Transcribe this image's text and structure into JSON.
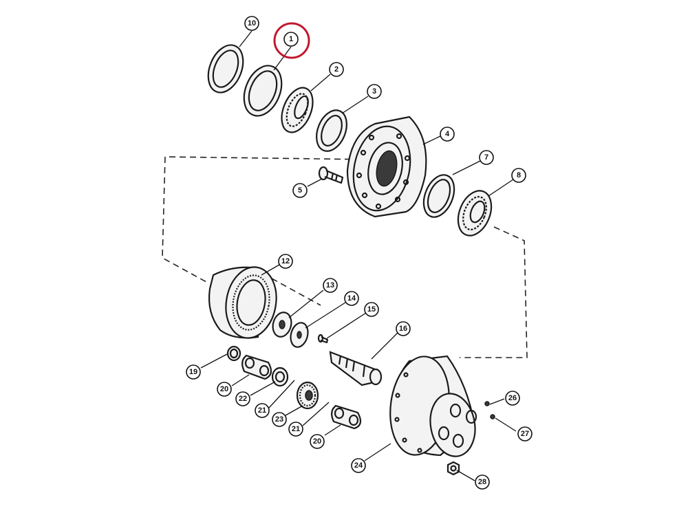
{
  "diagram": {
    "highlight_color": "#c0182e",
    "highlighted_part": "1",
    "callouts": [
      "1",
      "2",
      "3",
      "4",
      "5",
      "7",
      "8",
      "10",
      "12",
      "13",
      "14",
      "15",
      "16",
      "19",
      "20",
      "20",
      "21",
      "21",
      "22",
      "23",
      "24",
      "26",
      "27",
      "28"
    ]
  }
}
